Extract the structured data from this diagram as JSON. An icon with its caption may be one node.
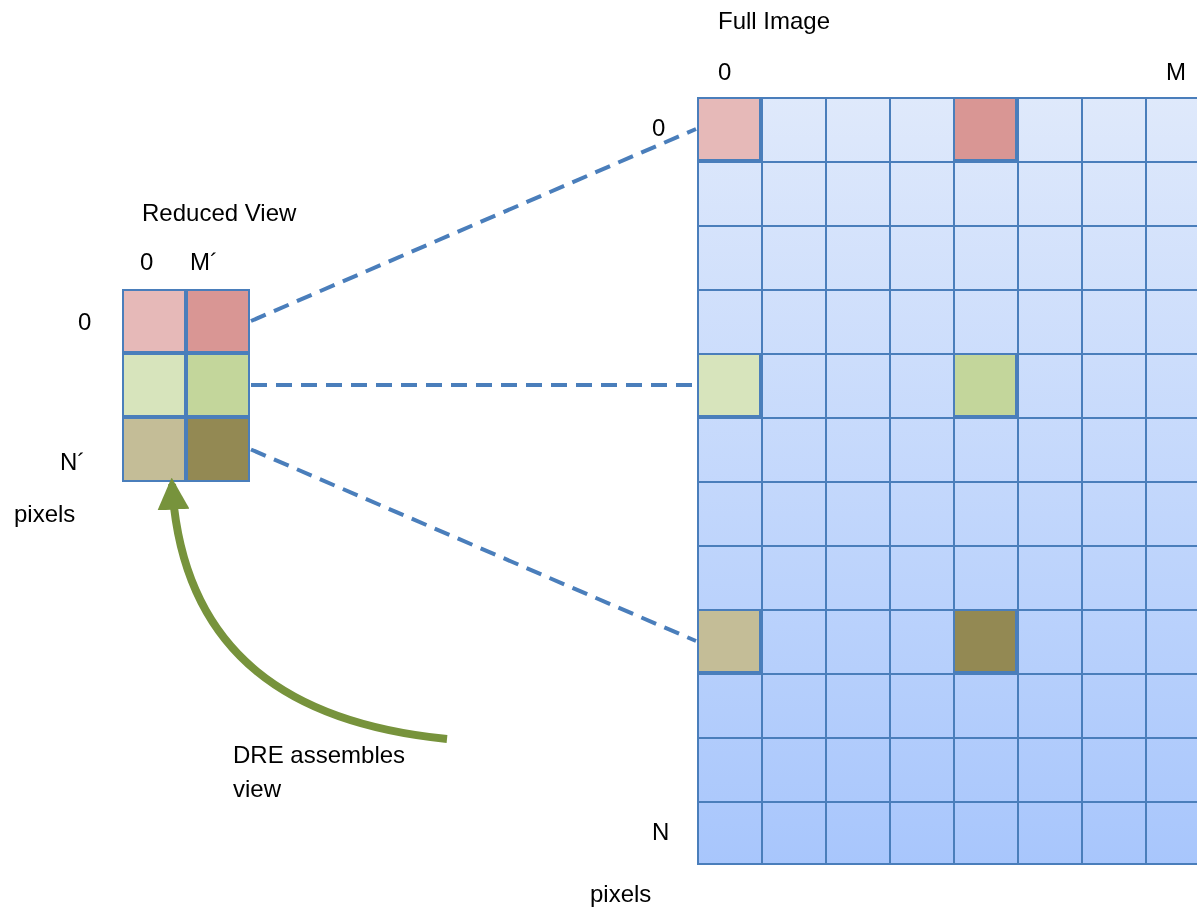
{
  "diagram": {
    "nodes": [
      {
        "text": [
          "Reduced View"
        ]
      },
      {
        "text": [],
        "shape": "box",
        "in": 0
      },
      {
        "text": [],
        "shape": "box",
        "in": 0
      },
      {
        "text": [],
        "shape": "box",
        "in": 0
      },
      {
        "text": [
          "Full Image"
        ]
      },
      {
        "text": [],
        "shape": "box",
        "in": 4
      },
      {
        "text": [],
        "shape": "box",
        "in": 4
      },
      {
        "text": [],
        "shape": "box",
        "in": 4
      },
      {
        "text": [
          "DRE assembles view"
        ]
      }
    ],
    "edges": [
      {
        "from": 1,
        "to": 5,
        "arrow": "none",
        "style": "dashed"
      },
      {
        "from": 2,
        "to": 6,
        "arrow": "none",
        "style": "dashed"
      },
      {
        "from": 3,
        "to": 7,
        "arrow": "none",
        "style": "dashed"
      },
      {
        "from": 8,
        "to": 0,
        "arrow": "to",
        "style": "thick",
        "color": "#77933c"
      }
    ],
    "labels": [
      "0",
      "M",
      "0",
      "0",
      "M´",
      "0",
      "N´",
      "pixels",
      "N",
      "pixels"
    ]
  }
}
